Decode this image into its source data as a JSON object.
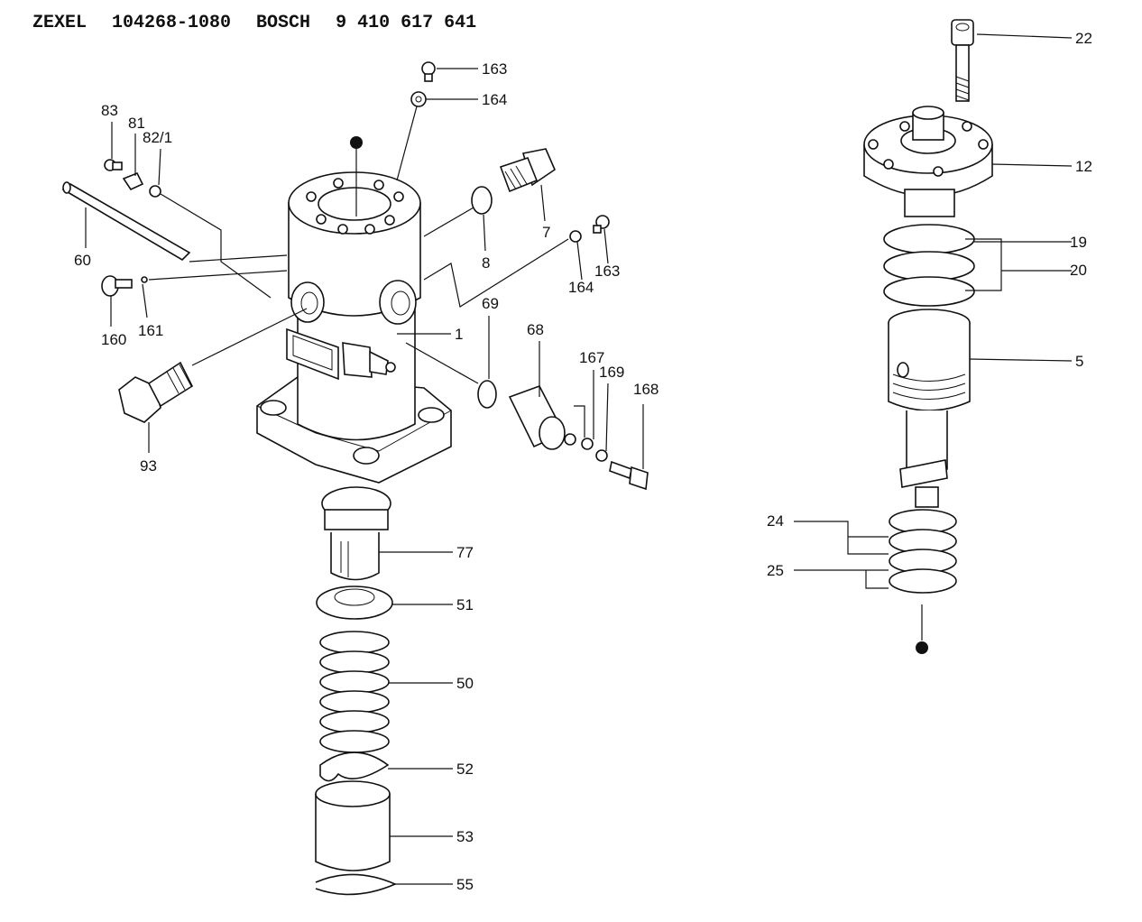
{
  "header": {
    "brand1": "ZEXEL",
    "part_no": "104268-1080",
    "brand2": "BOSCH",
    "bosch_no": "9 410 617 641"
  },
  "callouts": {
    "c22": "22",
    "c12": "12",
    "c19": "19",
    "c20": "20",
    "c5": "5",
    "c24": "24",
    "c25": "25",
    "c163a": "163",
    "c164a": "164",
    "c83": "83",
    "c81": "81",
    "c82": "82/1",
    "c60": "60",
    "c160": "160",
    "c161": "161",
    "c93": "93",
    "c7": "7",
    "c8": "8",
    "c163b": "163",
    "c164b": "164",
    "c1": "1",
    "c69": "69",
    "c68": "68",
    "c167": "167",
    "c169": "169",
    "c168": "168",
    "c77": "77",
    "c51": "51",
    "c50": "50",
    "c52": "52",
    "c53": "53",
    "c55": "55"
  }
}
